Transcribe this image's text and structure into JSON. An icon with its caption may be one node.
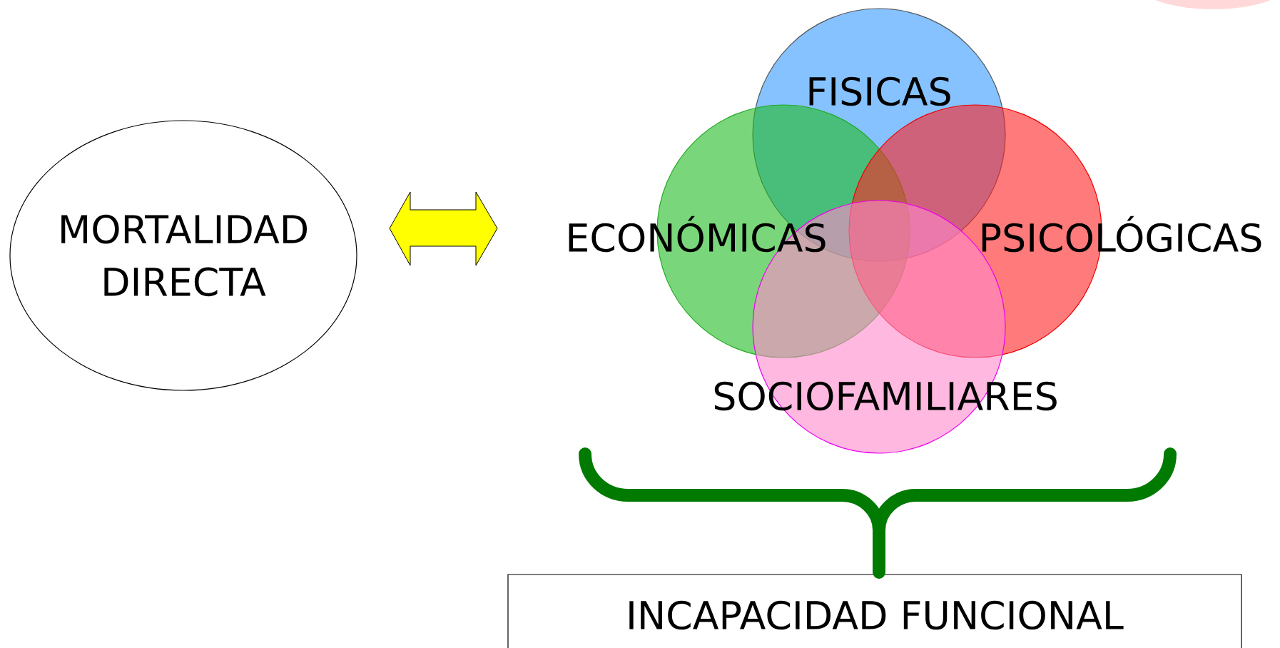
{
  "diagram": {
    "nodes": [
      {
        "text": [
          "MORTALIDAD DIRECTA"
        ]
      },
      {
        "text": [
          "FISICAS"
        ]
      },
      {
        "text": [
          "ECONÓMICAS"
        ]
      },
      {
        "text": [
          "PSICOLÓGICAS"
        ]
      },
      {
        "text": [
          "SOCIOFAMILIARES"
        ]
      },
      {
        "text": [
          "INCAPACIDAD FUNCIONAL"
        ]
      }
    ],
    "edges": [
      {
        "from": 0,
        "to": 2,
        "arrow": "both",
        "color": "#ffff00"
      }
    ]
  }
}
